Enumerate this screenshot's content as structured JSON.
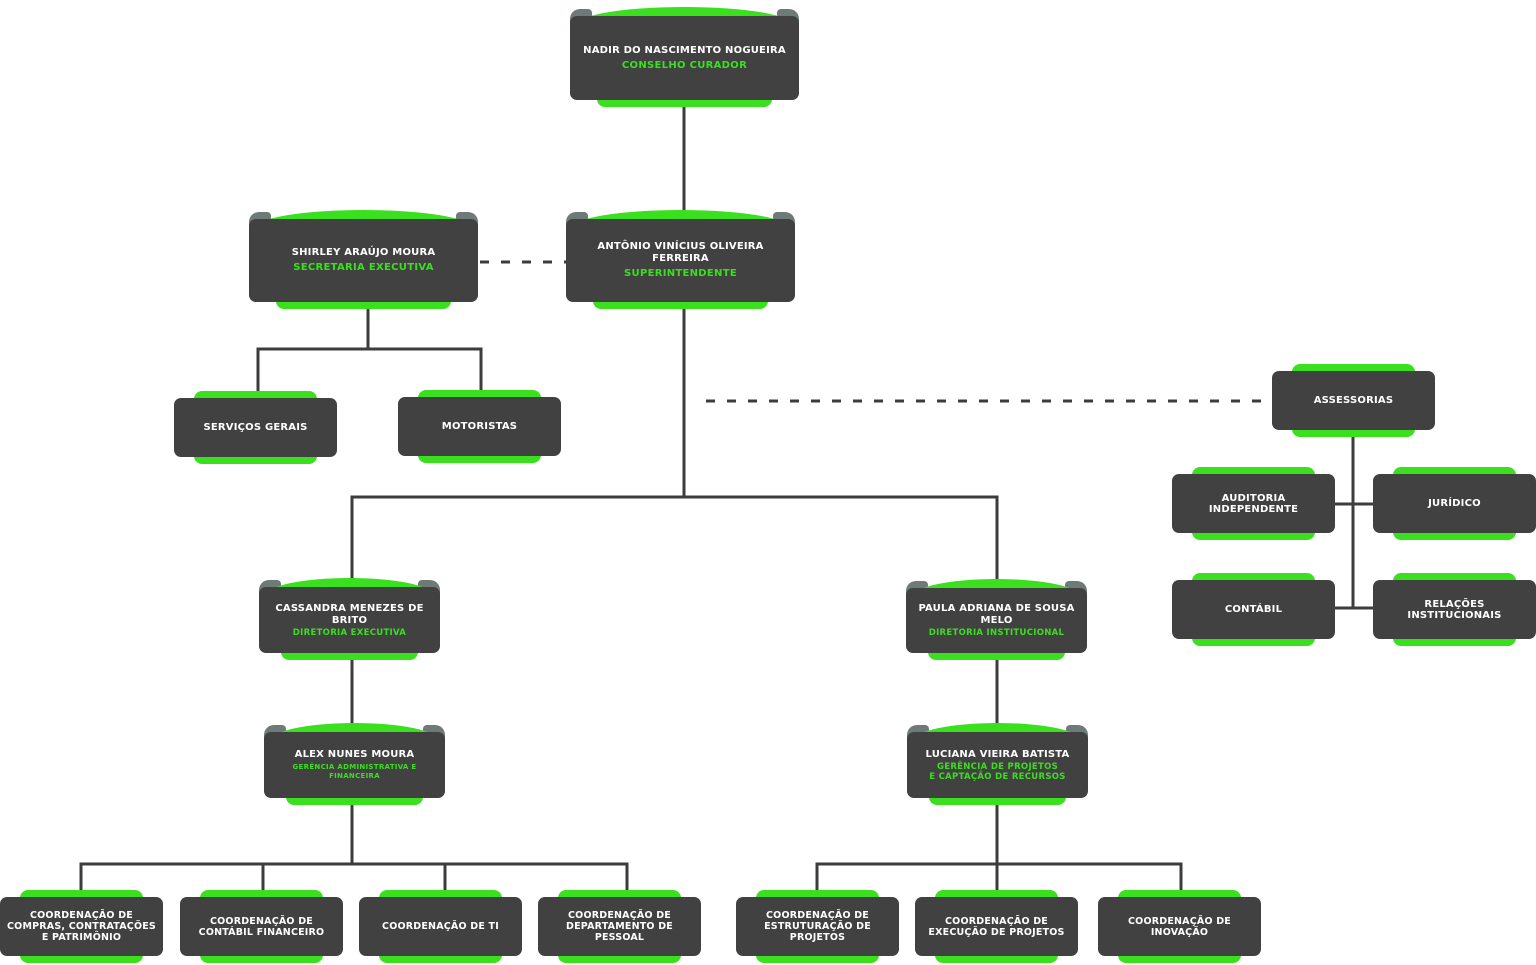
{
  "colors": {
    "box": "#414141",
    "accent": "#3ae01e",
    "line": "#3c3c3c"
  },
  "nodes": {
    "conselho": {
      "name": "NADIR DO NASCIMENTO NOGUEIRA",
      "role": "CONSELHO CURADOR"
    },
    "superintendente": {
      "name": "ANTÔNIO VINÍCIUS OLIVEIRA FERREIRA",
      "role": "SUPERINTENDENTE"
    },
    "secretaria": {
      "name": "SHIRLEY ARAÚJO MOURA",
      "role": "SECRETARIA EXECUTIVA"
    },
    "servicos_gerais": {
      "name": "SERVIÇOS GERAIS"
    },
    "motoristas": {
      "name": "MOTORISTAS"
    },
    "assessorias": {
      "name": "ASSESSORIAS"
    },
    "auditoria": {
      "name": "AUDITORIA\nINDEPENDENTE"
    },
    "juridico": {
      "name": "JURÍDICO"
    },
    "contabil": {
      "name": "CONTÁBIL"
    },
    "relacoes": {
      "name": "RELAÇÕES\nINSTITUCIONAIS"
    },
    "dir_executiva": {
      "name": "CASSANDRA MENEZES DE BRITO",
      "role": "DIRETORIA EXECUTIVA"
    },
    "dir_institucional": {
      "name": "PAULA ADRIANA DE SOUSA MELO",
      "role": "DIRETORIA INSTITUCIONAL"
    },
    "ger_adm": {
      "name": "ALEX NUNES MOURA",
      "role": "GERÊNCIA ADMINISTRATIVA E FINANCEIRA"
    },
    "ger_projetos": {
      "name": "LUCIANA VIEIRA BATISTA",
      "role": "GERÊNCIA DE PROJETOS\nE CAPTAÇÃO DE RECURSOS"
    },
    "coord_compras": {
      "name": "COORDENAÇÃO DE\nCOMPRAS, CONTRATAÇÕES\nE PATRIMÔNIO"
    },
    "coord_contabil": {
      "name": "COORDENAÇÃO DE\nCONTÁBIL FINANCEIRO"
    },
    "coord_ti": {
      "name": "COORDENAÇÃO DE TI"
    },
    "coord_pessoal": {
      "name": "COORDENAÇÃO DE\nDEPARTAMENTO DE PESSOAL"
    },
    "coord_estruturacao": {
      "name": "COORDENAÇÃO DE\nESTRUTURAÇÃO DE PROJETOS"
    },
    "coord_execucao": {
      "name": "COORDENAÇÃO DE\nEXECUÇÃO DE PROJETOS"
    },
    "coord_inovacao": {
      "name": "COORDENAÇÃO DE\nINOVAÇÃO"
    }
  }
}
